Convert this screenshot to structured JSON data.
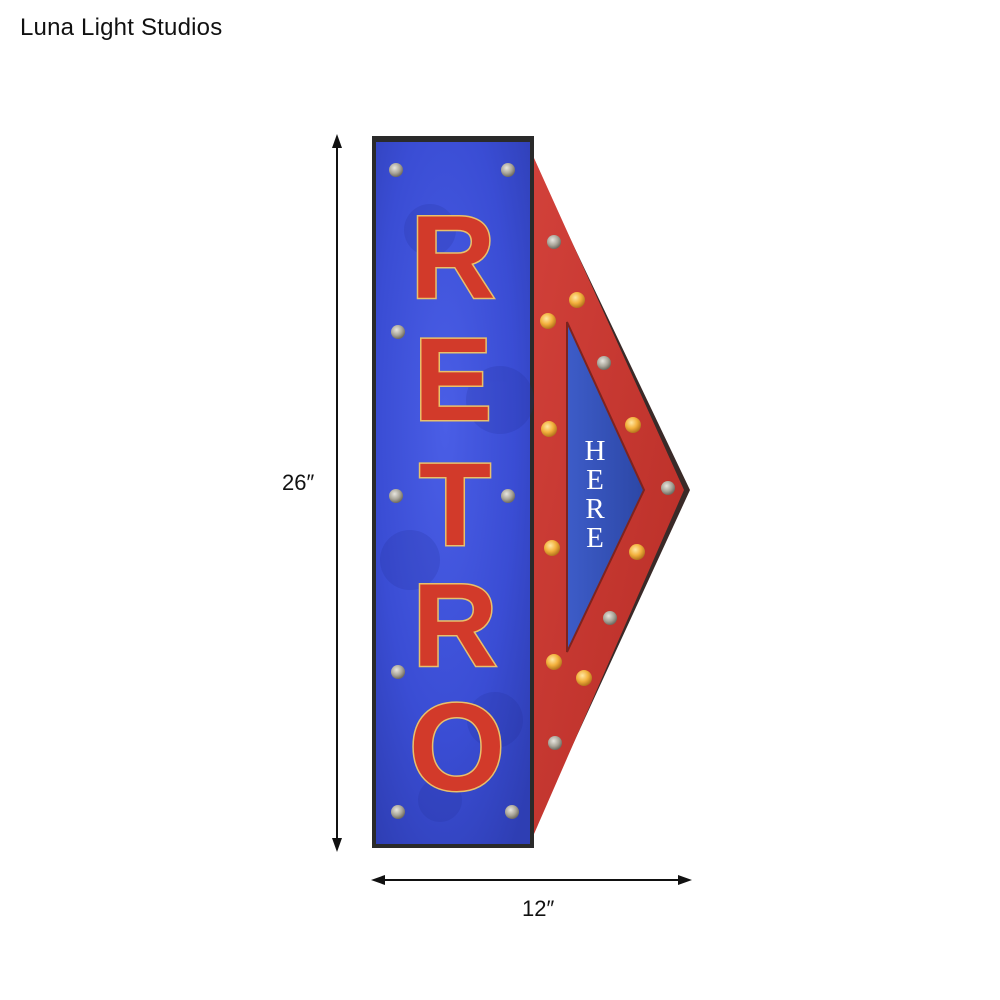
{
  "brand": {
    "name": "Luna Light Studios"
  },
  "sign": {
    "main_word": [
      "R",
      "E",
      "T",
      "R",
      "O"
    ],
    "arrow_word": [
      "H",
      "E",
      "R",
      "E"
    ],
    "colors": {
      "panel_blue": "#3b4fd6",
      "arrow_red": "#c9352c",
      "letter_red": "#d23a2a",
      "letter_outline": "#e9c06a",
      "bulb_warm": "#f3b13d",
      "bulb_off": "#b7b3a6",
      "frame_dark": "#2a2a2a"
    }
  },
  "dimensions": {
    "height": "26″",
    "width": "12″"
  }
}
